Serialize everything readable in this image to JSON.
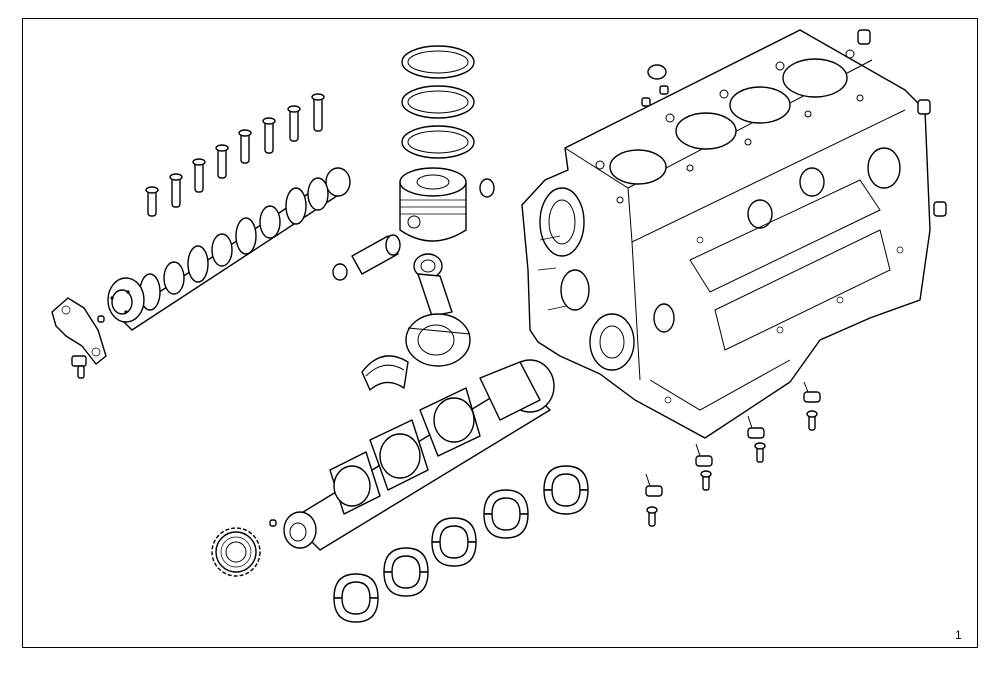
{
  "figure": {
    "number": "1"
  },
  "colors": {
    "line": "#000000",
    "background": "#ffffff"
  },
  "parts": [
    "camshaft-bolts",
    "camshaft",
    "camshaft-bracket",
    "piston-rings",
    "piston",
    "piston-pin",
    "piston-circlips",
    "connecting-rod",
    "connecting-rod-bearing",
    "crankshaft",
    "crankshaft-gear",
    "main-bearings",
    "cylinder-block",
    "oil-jet-nozzles",
    "nozzle-bolts",
    "dowel-pins"
  ]
}
